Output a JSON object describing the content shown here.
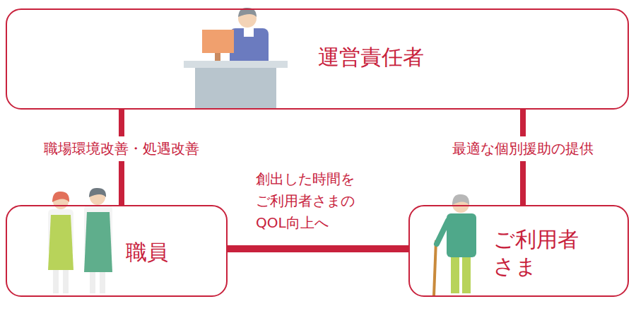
{
  "diagram": {
    "nodes": [
      {
        "text": [
          "運営責任者"
        ]
      },
      {
        "text": [
          "職員"
        ]
      },
      {
        "text": [
          "ご利用者 さま"
        ]
      }
    ],
    "edges": [
      {
        "from": 0,
        "to": 1,
        "arrow": "none",
        "label": "職場環境改善・処遇改善"
      },
      {
        "from": 0,
        "to": 2,
        "arrow": "none",
        "label": "最適な個別援助の提供"
      },
      {
        "from": 1,
        "to": 2,
        "arrow": "none",
        "label": "創出した時間を ご利用者さまの QOL向上へ"
      }
    ]
  }
}
